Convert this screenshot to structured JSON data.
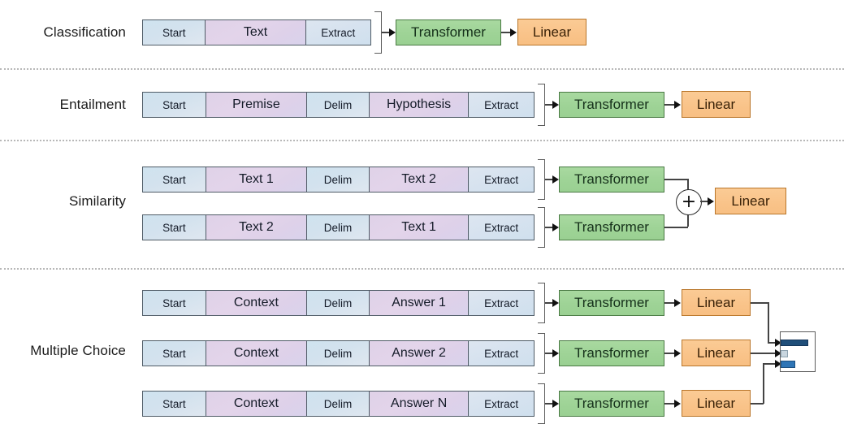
{
  "figure": {
    "title": "",
    "separators_y": [
      84,
      172,
      330
    ]
  },
  "palette": {
    "special_token": "#d3e2ee",
    "content_token": "#e0d2e9",
    "transformer": "#9fd497",
    "linear": "#f9c389",
    "border": "#4f5b66",
    "connector": "#444444",
    "bar_dark": "#1f4e79",
    "bar_mid": "#2e75b6",
    "bar_light": "#c9d6df"
  },
  "rows": [
    {
      "id": "classification",
      "label": "Classification",
      "sequences": [
        {
          "tokens": [
            {
              "text": "Start",
              "kind": "special"
            },
            {
              "text": "Text",
              "kind": "content"
            },
            {
              "text": "Extract",
              "kind": "extract"
            }
          ]
        }
      ],
      "blocks": [
        {
          "text": "Transformer",
          "kind": "transformer"
        },
        {
          "text": "Linear",
          "kind": "linear"
        }
      ]
    },
    {
      "id": "entailment",
      "label": "Entailment",
      "sequences": [
        {
          "tokens": [
            {
              "text": "Start",
              "kind": "special"
            },
            {
              "text": "Premise",
              "kind": "content"
            },
            {
              "text": "Delim",
              "kind": "special"
            },
            {
              "text": "Hypothesis",
              "kind": "content"
            },
            {
              "text": "Extract",
              "kind": "extract"
            }
          ]
        }
      ],
      "blocks": [
        {
          "text": "Transformer",
          "kind": "transformer"
        },
        {
          "text": "Linear",
          "kind": "linear"
        }
      ]
    },
    {
      "id": "similarity",
      "label": "Similarity",
      "sequences": [
        {
          "tokens": [
            {
              "text": "Start",
              "kind": "special"
            },
            {
              "text": "Text 1",
              "kind": "content"
            },
            {
              "text": "Delim",
              "kind": "special"
            },
            {
              "text": "Text 2",
              "kind": "content"
            },
            {
              "text": "Extract",
              "kind": "extract"
            }
          ]
        },
        {
          "tokens": [
            {
              "text": "Start",
              "kind": "special"
            },
            {
              "text": "Text 2",
              "kind": "content"
            },
            {
              "text": "Delim",
              "kind": "special"
            },
            {
              "text": "Text 1",
              "kind": "content"
            },
            {
              "text": "Extract",
              "kind": "extract"
            }
          ]
        }
      ],
      "blocks": [
        {
          "text": "Transformer",
          "kind": "transformer"
        },
        {
          "text": "Transformer",
          "kind": "transformer"
        },
        {
          "text": "Linear",
          "kind": "linear"
        }
      ],
      "merge_symbol": "+"
    },
    {
      "id": "multiple-choice",
      "label": "Multiple Choice",
      "sequences": [
        {
          "tokens": [
            {
              "text": "Start",
              "kind": "special"
            },
            {
              "text": "Context",
              "kind": "content"
            },
            {
              "text": "Delim",
              "kind": "special"
            },
            {
              "text": "Answer 1",
              "kind": "content"
            },
            {
              "text": "Extract",
              "kind": "extract"
            }
          ]
        },
        {
          "tokens": [
            {
              "text": "Start",
              "kind": "special"
            },
            {
              "text": "Context",
              "kind": "content"
            },
            {
              "text": "Delim",
              "kind": "special"
            },
            {
              "text": "Answer 2",
              "kind": "content"
            },
            {
              "text": "Extract",
              "kind": "extract"
            }
          ]
        },
        {
          "tokens": [
            {
              "text": "Start",
              "kind": "special"
            },
            {
              "text": "Context",
              "kind": "content"
            },
            {
              "text": "Delim",
              "kind": "special"
            },
            {
              "text": "Answer N",
              "kind": "content"
            },
            {
              "text": "Extract",
              "kind": "extract"
            }
          ]
        }
      ],
      "blocks": [
        {
          "text": "Transformer",
          "kind": "transformer"
        },
        {
          "text": "Linear",
          "kind": "linear"
        },
        {
          "text": "Transformer",
          "kind": "transformer"
        },
        {
          "text": "Linear",
          "kind": "linear"
        },
        {
          "text": "Transformer",
          "kind": "transformer"
        },
        {
          "text": "Linear",
          "kind": "linear"
        }
      ],
      "output_chart": {
        "type": "bar",
        "orientation": "horizontal",
        "values": [
          1.0,
          0.12,
          0.42
        ],
        "colors": [
          "#1f4e79",
          "#c9d6df",
          "#2e75b6"
        ]
      }
    }
  ],
  "labels": {
    "classification": "Classification",
    "entailment": "Entailment",
    "similarity": "Similarity",
    "multiple_choice": "Multiple Choice"
  }
}
